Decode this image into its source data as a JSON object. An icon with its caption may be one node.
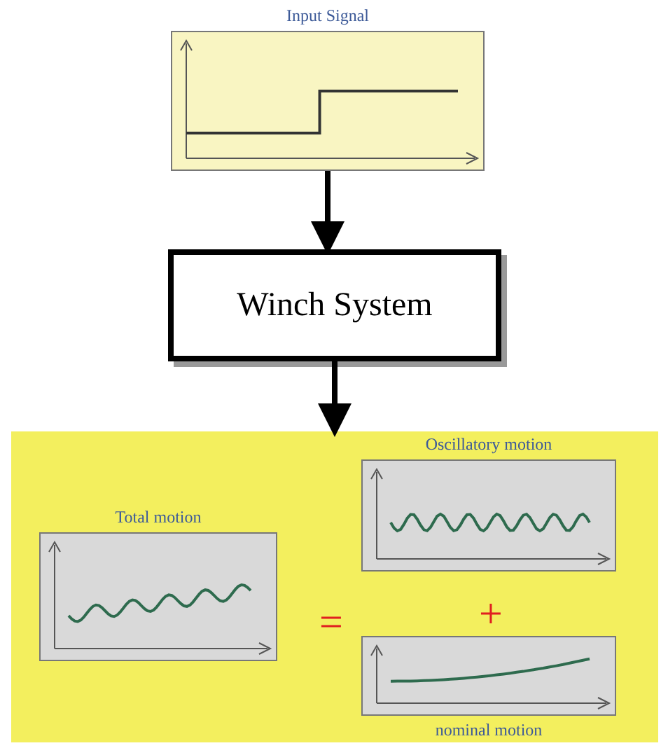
{
  "diagram": {
    "nodes": [
      {
        "text": [
          "Input Signal"
        ]
      },
      {
        "text": [
          "Winch System"
        ]
      },
      {
        "text": [],
        "shape": "box"
      },
      {
        "text": [
          "Total motion"
        ],
        "in": 2
      },
      {
        "text": [
          "Oscillatory motion"
        ],
        "in": 2
      },
      {
        "text": [
          "nominal motion"
        ],
        "in": 2
      }
    ],
    "edges": [
      {
        "from": 0,
        "to": 1,
        "arrow": "to"
      },
      {
        "from": 1,
        "to": 2,
        "arrow": "to"
      }
    ],
    "labels": [
      "=",
      "+"
    ]
  }
}
